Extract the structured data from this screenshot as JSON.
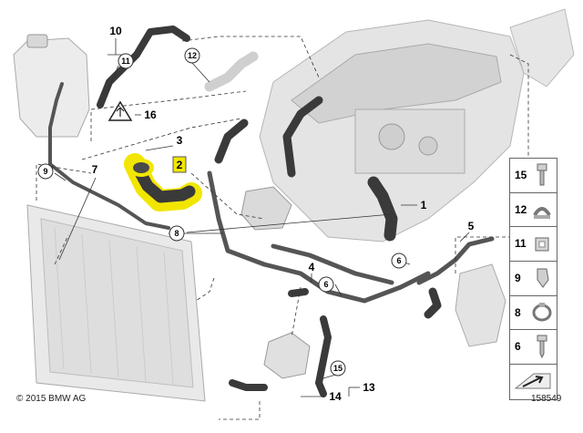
{
  "callouts": {
    "c10": "10",
    "c11": "11",
    "c12": "12",
    "c16": "16",
    "c3": "3",
    "c2": "2",
    "c9": "9",
    "c7": "7",
    "c8": "8",
    "c1": "1",
    "c5": "5",
    "c4": "4",
    "c6a": "6",
    "c6b": "6",
    "c15": "15",
    "c14": "14",
    "c13": "13"
  },
  "legend": {
    "items": [
      {
        "number": "15",
        "icon": "bolt-icon"
      },
      {
        "number": "12",
        "icon": "clamp-icon"
      },
      {
        "number": "11",
        "icon": "clip-icon"
      },
      {
        "number": "9",
        "icon": "bracket-icon"
      },
      {
        "number": "8",
        "icon": "hose-clamp-icon"
      },
      {
        "number": "6",
        "icon": "screw-icon"
      },
      {
        "number": "",
        "icon": "arrow-icon"
      }
    ]
  },
  "footer": {
    "copyright": "© 2015 BMW AG",
    "diagram_id": "158549"
  },
  "colors": {
    "highlight": "#f2e600",
    "part_dark": "#3a3a3a",
    "part_light": "#d9d9d9",
    "line": "#444444"
  }
}
